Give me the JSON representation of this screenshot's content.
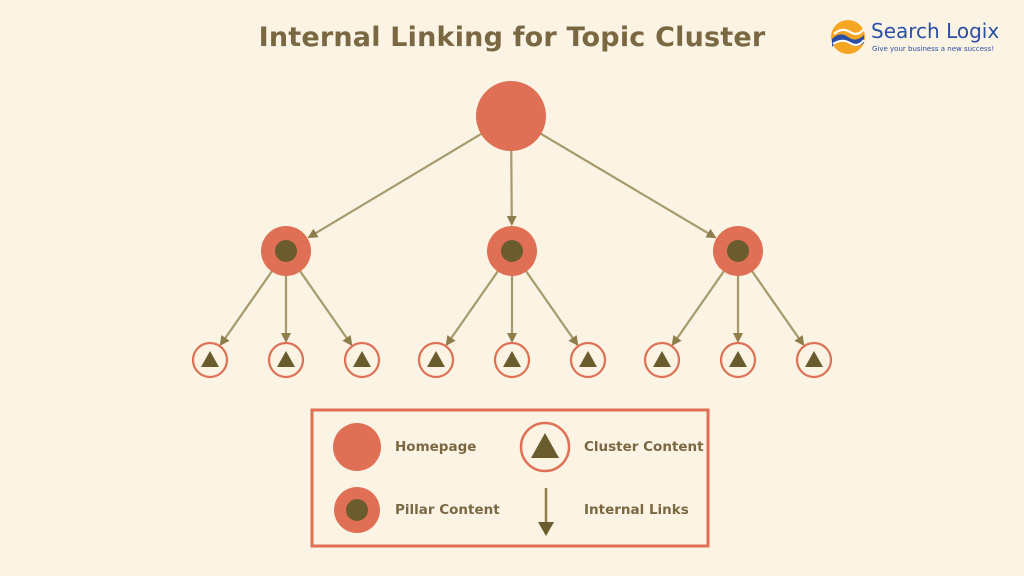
{
  "title": "Internal Linking for Topic Cluster",
  "brand": {
    "name": "Search Logix",
    "tagline": "Give your business a new success!",
    "colors": {
      "blue": "#2b4fa6",
      "orange": "#f5a623"
    }
  },
  "diagram": {
    "colors": {
      "node_fill": "#e07055",
      "inner_fill": "#6b5c2e",
      "ring_stroke": "#e07055",
      "line": "#a79a6c",
      "background": "#fbf3e3"
    },
    "homepage": {
      "type": "homepage"
    },
    "pillars": [
      {
        "type": "pillar",
        "clusters": 3
      },
      {
        "type": "pillar",
        "clusters": 3
      },
      {
        "type": "pillar",
        "clusters": 3
      }
    ]
  },
  "legend": {
    "homepage": "Homepage",
    "cluster_content": "Cluster Content",
    "pillar_content": "Pillar Content",
    "internal_links": "Internal Links"
  }
}
